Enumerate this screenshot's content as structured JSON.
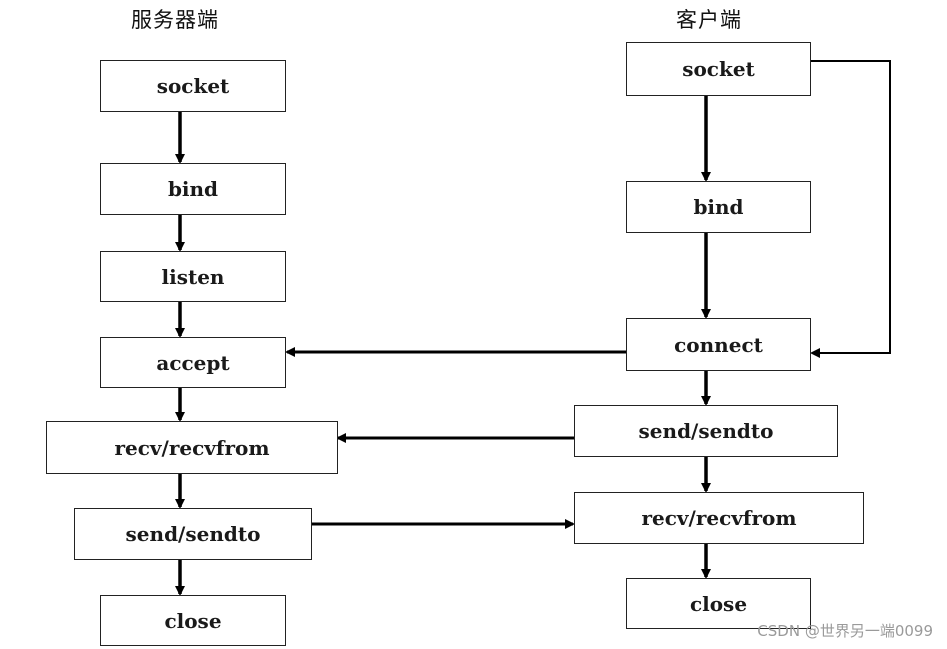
{
  "titles": {
    "server": "服务器端",
    "client": "客户端"
  },
  "server_steps": [
    "socket",
    "bind",
    "listen",
    "accept",
    "recv/recvfrom",
    "send/sendto",
    "close"
  ],
  "client_steps": [
    "socket",
    "bind",
    "connect",
    "send/sendto",
    "recv/recvfrom",
    "close"
  ],
  "watermark": "CSDN @世界另一端0099",
  "colors": {
    "line": "#000000",
    "box_border": "#222222",
    "text": "#1a1a1a",
    "watermark": "#9a9a9a"
  }
}
